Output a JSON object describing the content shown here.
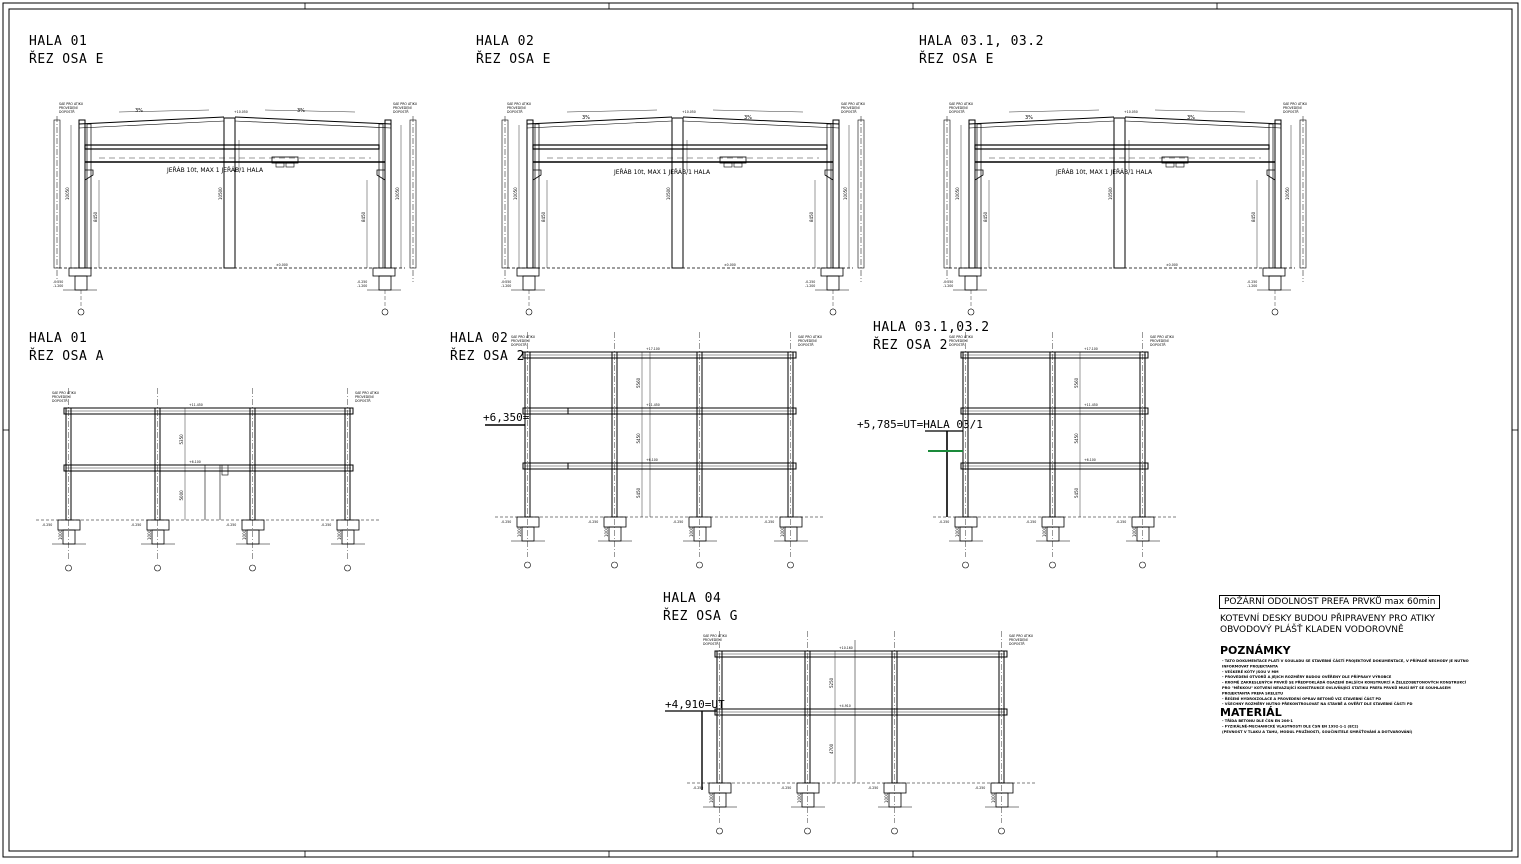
{
  "drawings": {
    "hala01_e": {
      "title": "HALA 01",
      "subtitle": "ŘEZ OSA E",
      "crane": "JEŘÁB 10t, MAX 1 JEŘÁB/1 HALA",
      "slope": "3%"
    },
    "hala02_e": {
      "title": "HALA 02",
      "subtitle": "ŘEZ OSA E",
      "crane": "JEŘÁB 10t, MAX 1 JEŘÁB/1 HALA",
      "slope": "3%"
    },
    "hala03_e": {
      "title": "HALA 03.1, 03.2",
      "subtitle": "ŘEZ OSA E",
      "crane": "JEŘÁB 10t, MAX 1 JEŘÁB/1 HALA",
      "slope": "3%"
    },
    "hala01_a": {
      "title": "HALA 01",
      "subtitle": "ŘEZ OSA A"
    },
    "hala02_2": {
      "title": "HALA 02",
      "subtitle": "ŘEZ OSA 2",
      "level": "+6,350="
    },
    "hala03_2": {
      "title": "HALA 03.1,03.2",
      "subtitle": "ŘEZ OSA 2",
      "level": "+5,785=UT=HALA 03/1"
    },
    "hala04_g": {
      "title": "HALA 04",
      "subtitle": "ŘEZ OSA G",
      "level": "+4,910=UT"
    }
  },
  "notes": {
    "fire_box": "POŽÁRNÍ ODOLNOST PREFA PRVKŮ max 60min",
    "line1": "KOTEVNÍ DESKY BUDOU PŘIPRAVENY PRO ATIKY",
    "line2": "OBVODOVÝ PLÁŠŤ KLADEN VODOROVNĚ",
    "poznamky_title": "POZNÁMKY",
    "material_title": "MATERIÁL"
  },
  "colors": {
    "line": "#000000",
    "green_mark": "#1a8a3a",
    "paper": "#ffffff"
  }
}
